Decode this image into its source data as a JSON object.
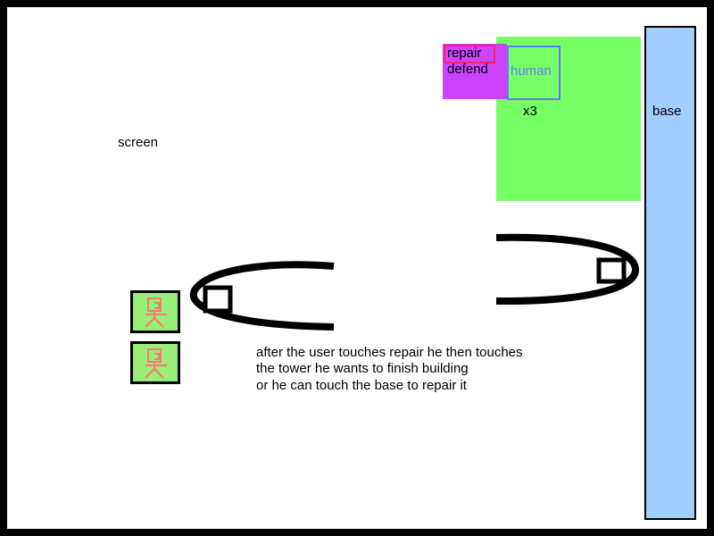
{
  "labels": {
    "screen": "screen",
    "base": "base"
  },
  "menu": {
    "repair": "repair",
    "defend": "defend"
  },
  "unit_type": {
    "name": "human",
    "count": "x3"
  },
  "note": {
    "lines": [
      "after the user touches repair he then touches",
      "the tower he wants to finish building",
      "or he can touch the base to repair it"
    ]
  },
  "colors": {
    "zone_green": "#77ff66",
    "base_blue": "#a3ccff",
    "menu_purple": "#cc44ff",
    "repair_highlight": "#ff2255",
    "human_outline": "#6677ff",
    "unit_card": "#99ee77",
    "unit_icon": "#ff7777"
  },
  "icons": {
    "unit": "stick-figure-icon",
    "tower": "ellipse-tower-icon"
  }
}
